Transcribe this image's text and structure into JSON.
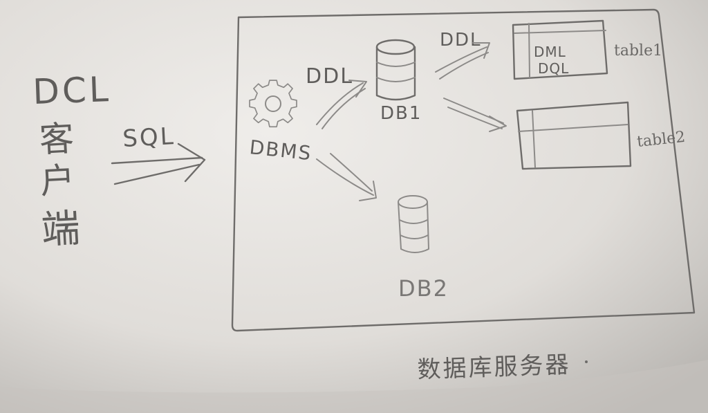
{
  "client": {
    "protocol_label": "DCL",
    "name": "客户端"
  },
  "request_arrow_label": "SQL",
  "server": {
    "caption": "数据库服务器",
    "dbms_label": "DBMS",
    "ddl_to_db1_label": "DDL",
    "ddl_to_table1_label": "DDL",
    "databases": [
      "DB1",
      "DB2"
    ],
    "tables": [
      {
        "name": "table1",
        "ops": [
          "DML",
          "DQL"
        ]
      },
      {
        "name": "table2",
        "ops": []
      }
    ]
  },
  "icons": [
    "gear-icon",
    "database-cylinder-icon",
    "table-grid-icon",
    "arrow-icon"
  ],
  "colors": {
    "paper": "#d9d6d2",
    "pencil": "#6e6c6a"
  }
}
